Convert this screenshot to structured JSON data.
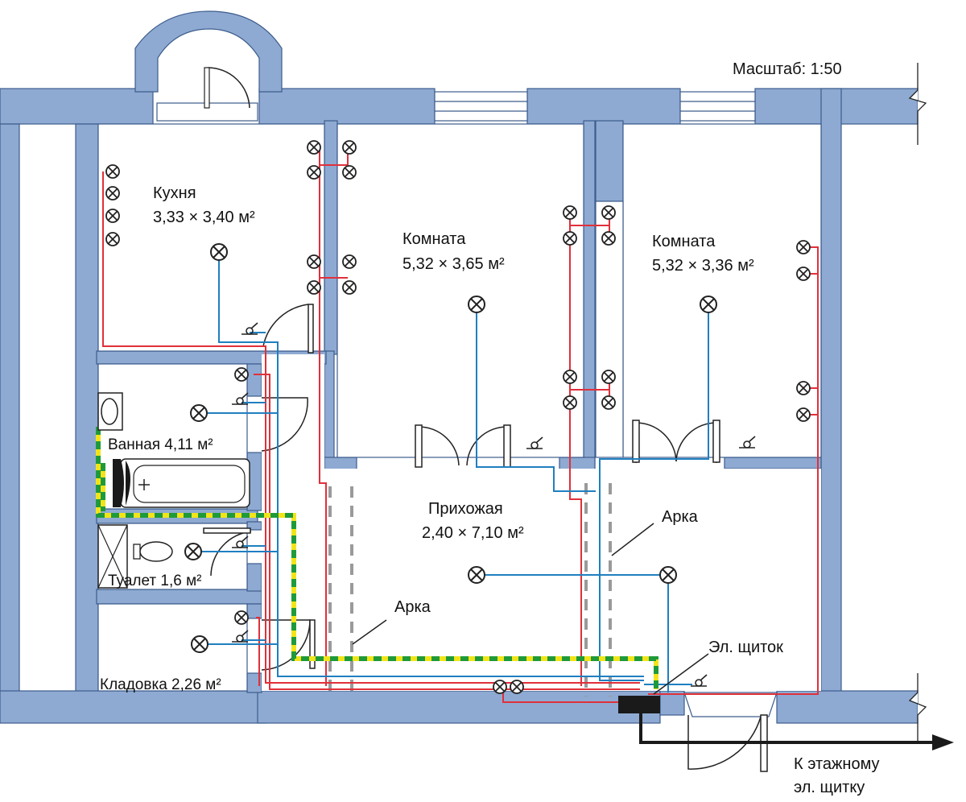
{
  "scale_label": "Масштаб: 1:50",
  "rooms": {
    "kitchen": {
      "name": "Кухня",
      "size": "3,33 × 3,40 м²"
    },
    "room1": {
      "name": "Комната",
      "size": "5,32 × 3,65 м²"
    },
    "room2": {
      "name": "Комната",
      "size": "5,32 × 3,36 м²"
    },
    "hall": {
      "name": "Прихожая",
      "size": "2,40 × 7,10 м²"
    },
    "bath": {
      "label": "Ванная 4,11 м²"
    },
    "toilet": {
      "label": "Туалет 1,6 м²"
    },
    "storage": {
      "label": "Кладовка 2,26 м²"
    }
  },
  "annotations": {
    "arch_left": "Арка",
    "arch_right": "Арка",
    "panel": "Эл. щиток",
    "to_floor_panel_line1": "К этажному",
    "to_floor_panel_line2": "эл. щитку"
  },
  "legend_colors": {
    "wall": "#8eaad2",
    "wall_edge": "#3d5c8c",
    "socket_wire": "#e0303a",
    "light_wire": "#1f7fc0",
    "ground_green": "#1f9a3a",
    "ground_yellow": "#f2e41a",
    "arch_dash": "#9a9a9a"
  }
}
